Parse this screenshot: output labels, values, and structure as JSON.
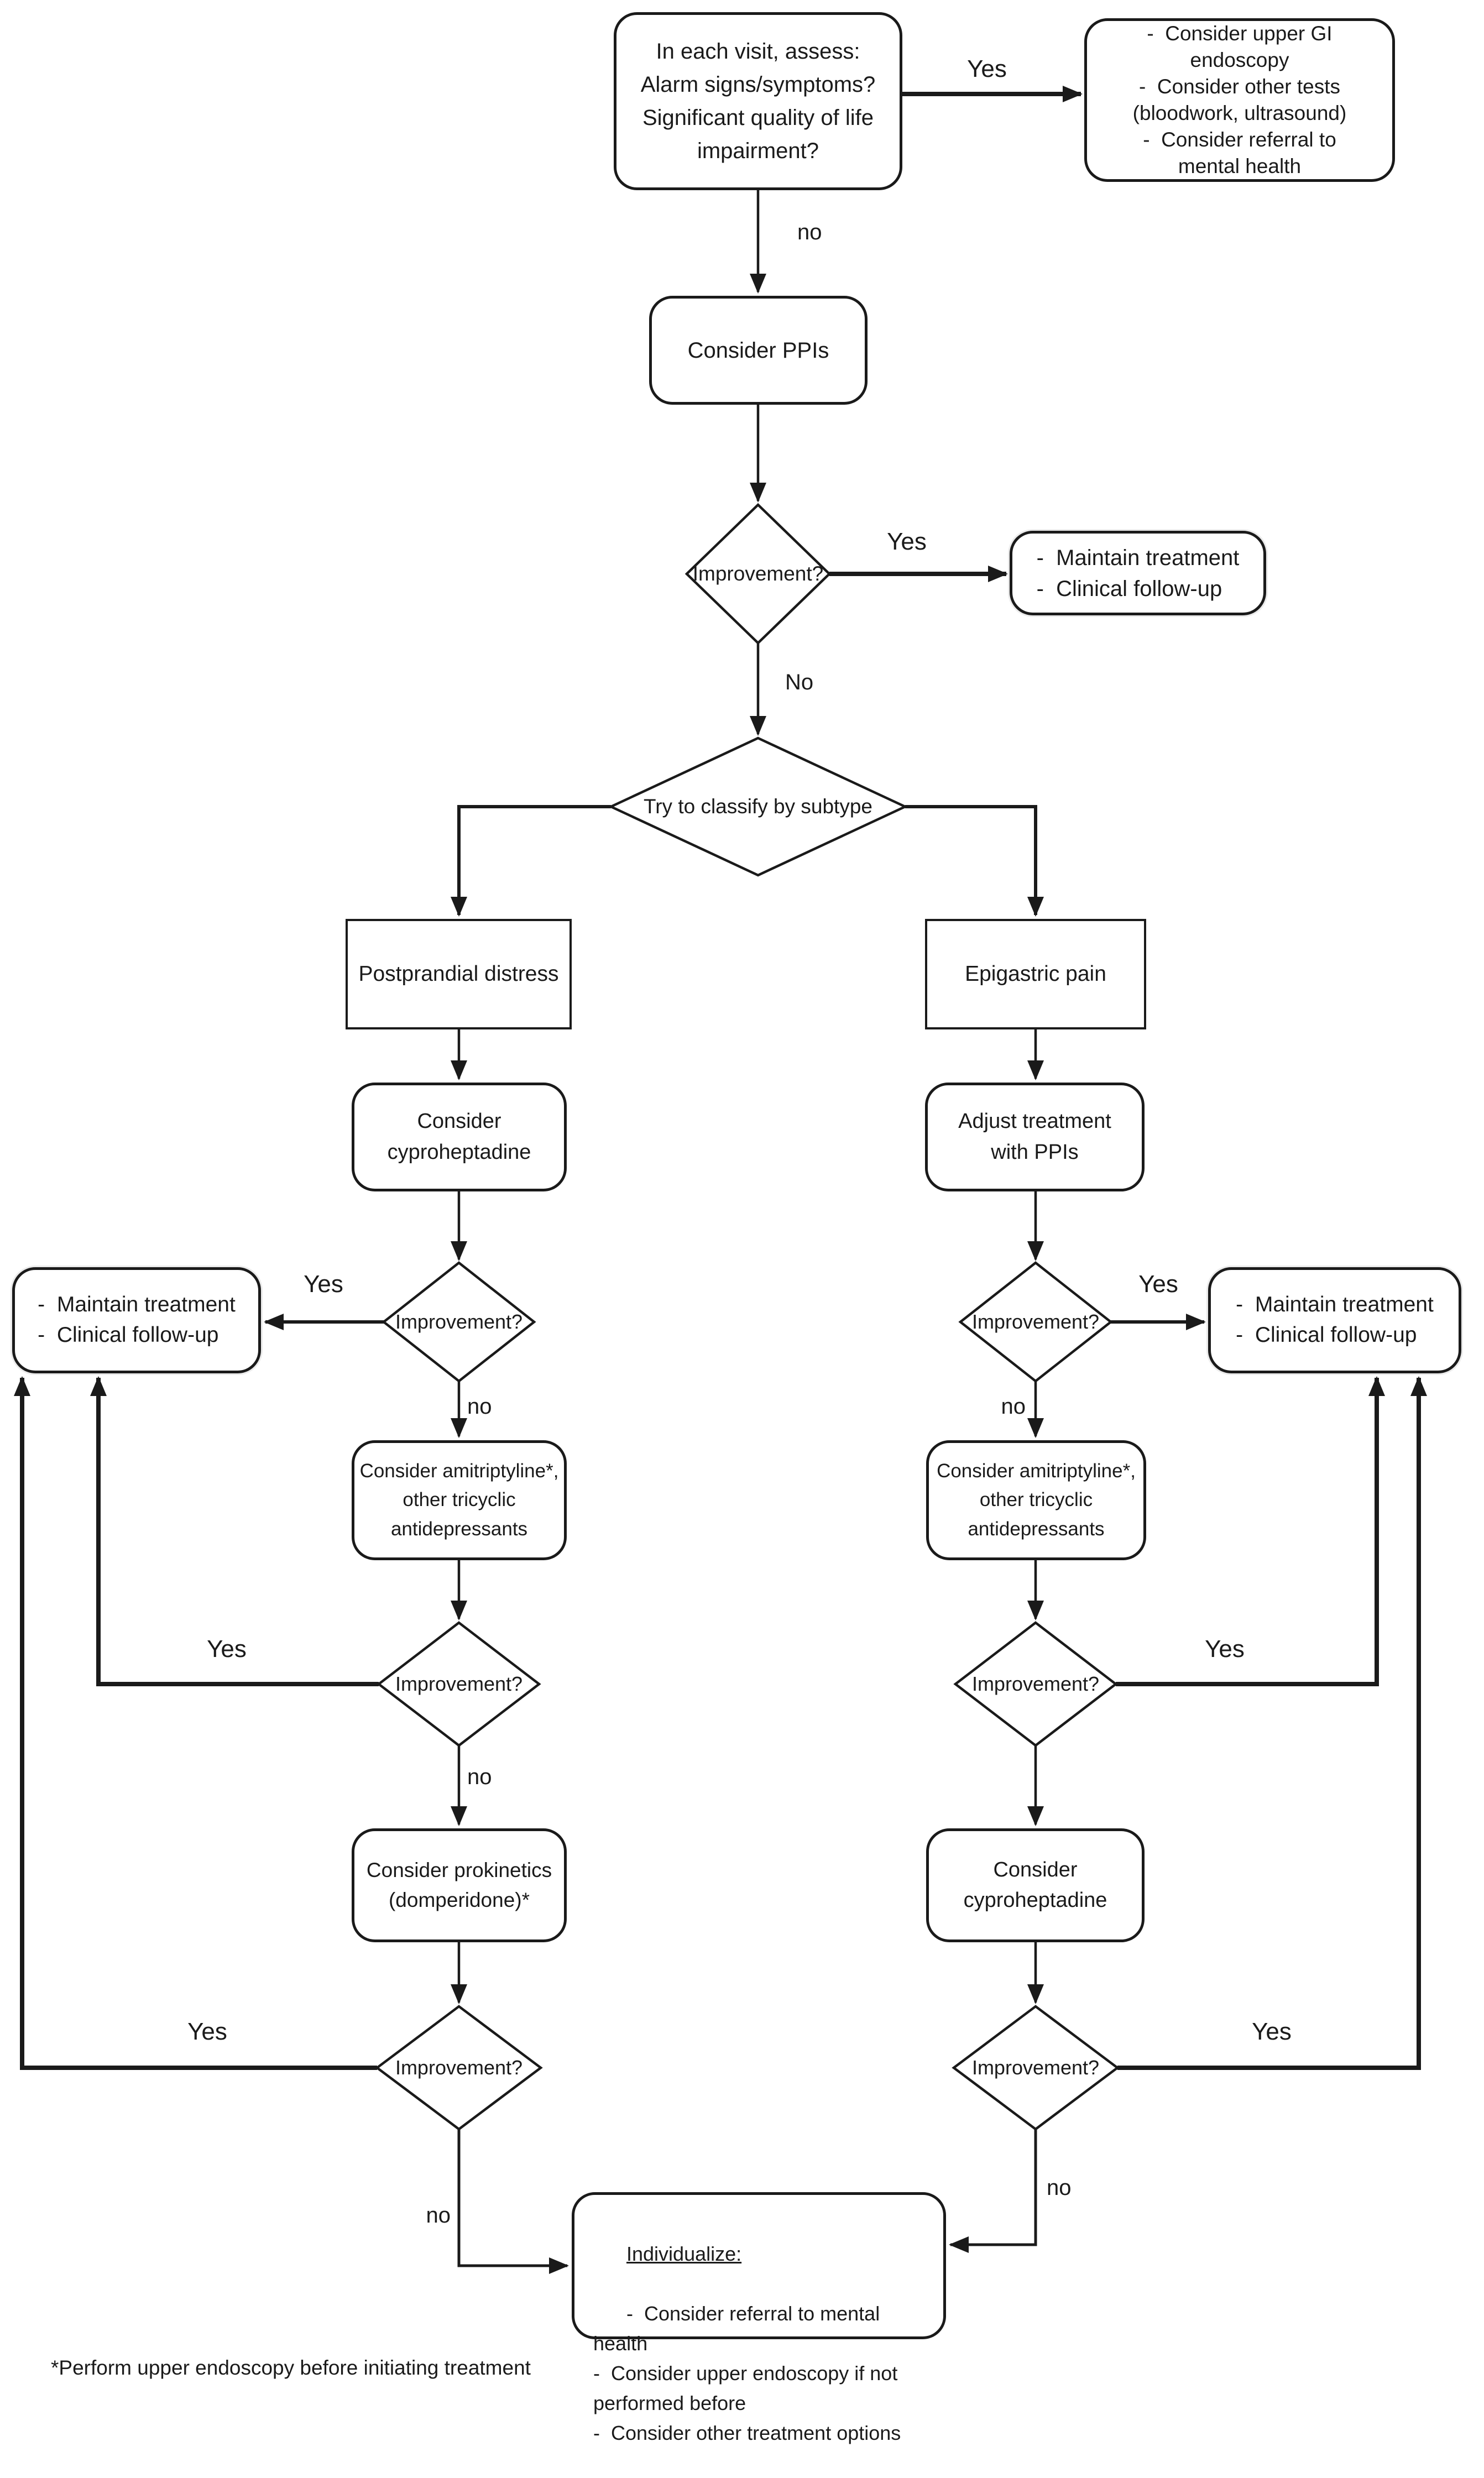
{
  "colors": {
    "ink": "#1a1a1a",
    "background": "#ffffff"
  },
  "nodes": {
    "assess": "In each visit, assess:\nAlarm signs/symptoms?\nSignificant quality of life\nimpairment?",
    "workup": "-  Consider upper GI\nendoscopy\n-  Consider other tests\n(bloodwork, ultrasound)\n-  Consider referral to\nmental health",
    "consider_ppis": "Consider PPIs",
    "improvement": "Improvement?",
    "classify": "Try to classify by subtype",
    "postprandial": "Postprandial distress",
    "epigastric": "Epigastric pain",
    "cyproheptadine": "Consider\ncyproheptadine",
    "adjust_ppis": "Adjust treatment\nwith PPIs",
    "maintain": "-  Maintain treatment\n-  Clinical follow-up",
    "amitriptyline": "Consider amitriptyline*,\nother tricyclic\nantidepressants",
    "prokinetics": "Consider prokinetics\n(domperidone)*",
    "individualize_title": "Individualize:",
    "individualize_items": "-  Consider referral to mental health\n-  Consider upper endoscopy if not\nperformed before\n-  Consider other treatment options"
  },
  "labels": {
    "yes_top": "Yes",
    "no_top": "no",
    "yes_1": "Yes",
    "no_1": "No",
    "yes_left_2": "Yes",
    "no_left_2": "no",
    "yes_right_2": "Yes",
    "no_right_2": "no",
    "yes_left_3": "Yes",
    "no_left_3": "no",
    "yes_right_3": "Yes",
    "yes_left_4": "Yes",
    "no_left_4": "no",
    "yes_right_4": "Yes",
    "no_right_4": "no"
  },
  "footnote": "*Perform upper endoscopy before initiating treatment"
}
